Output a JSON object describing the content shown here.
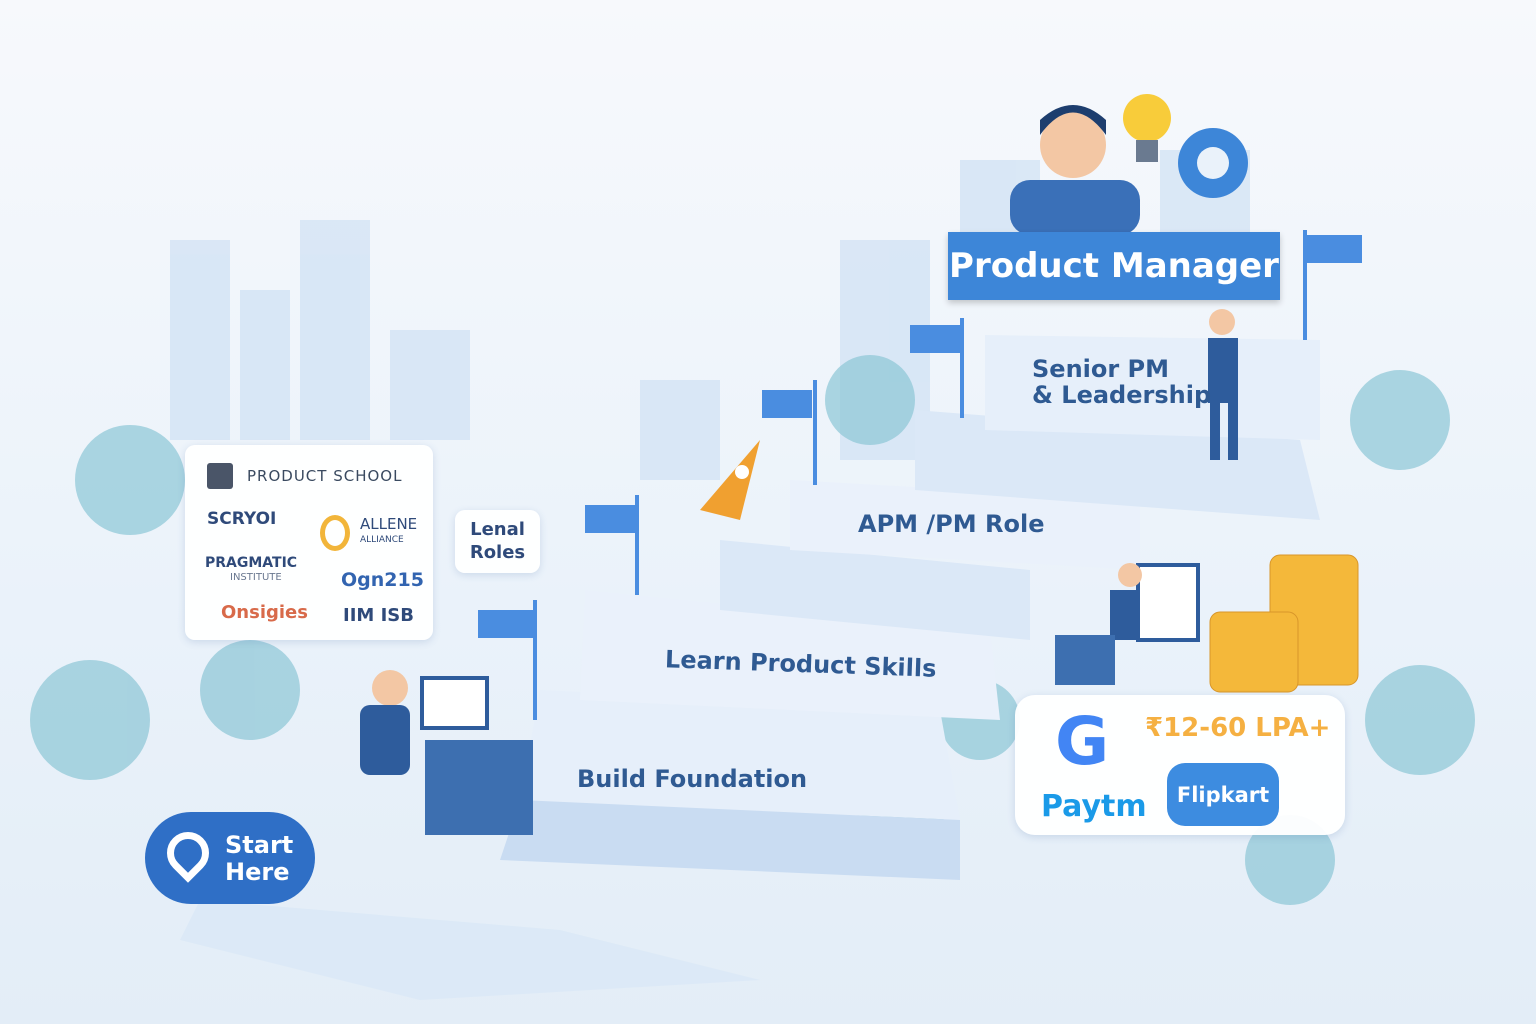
{
  "title": "Product Manager",
  "steps": [
    {
      "label": "Build Foundation"
    },
    {
      "label": "Learn Product Skills"
    },
    {
      "label": "APM /PM Role"
    },
    {
      "label": "Senior PM",
      "label2": "& Leadership"
    }
  ],
  "start": {
    "line1": "Start",
    "line2": "Here",
    "icon": "map-pin-icon"
  },
  "callout": {
    "line1": "Lenal",
    "line2": "Roles"
  },
  "institutes": [
    {
      "name": "PRODUCT SCHOOL"
    },
    {
      "name": "SCRYOI"
    },
    {
      "name": "ALLENE",
      "sub": "ALLIANCE"
    },
    {
      "name": "PRAGMATIC",
      "sub": "INSTITUTE"
    },
    {
      "name": "Ogn215"
    },
    {
      "name": "Onsigies"
    },
    {
      "name": "IIM ISB"
    }
  ],
  "companies": {
    "salary": "₹12-60 LPA+",
    "google": "G",
    "paytm": "Paytm",
    "flipkart": "Flipkart"
  },
  "colors": {
    "accent": "#3d86d8",
    "salary": "#f5b042",
    "text": "#2f5a92"
  }
}
